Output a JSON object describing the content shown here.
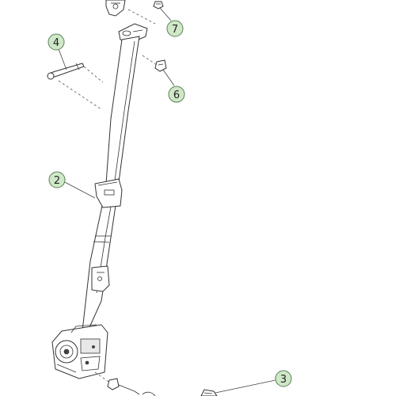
{
  "callouts": [
    {
      "id": "callout-2",
      "label": "2"
    },
    {
      "id": "callout-3",
      "label": "3"
    },
    {
      "id": "callout-4",
      "label": "4"
    },
    {
      "id": "callout-6",
      "label": "6"
    },
    {
      "id": "callout-7",
      "label": "7"
    }
  ],
  "colors": {
    "callout_fill": "#cfe8c8",
    "callout_stroke": "#5b7f57",
    "line": "#333333"
  }
}
